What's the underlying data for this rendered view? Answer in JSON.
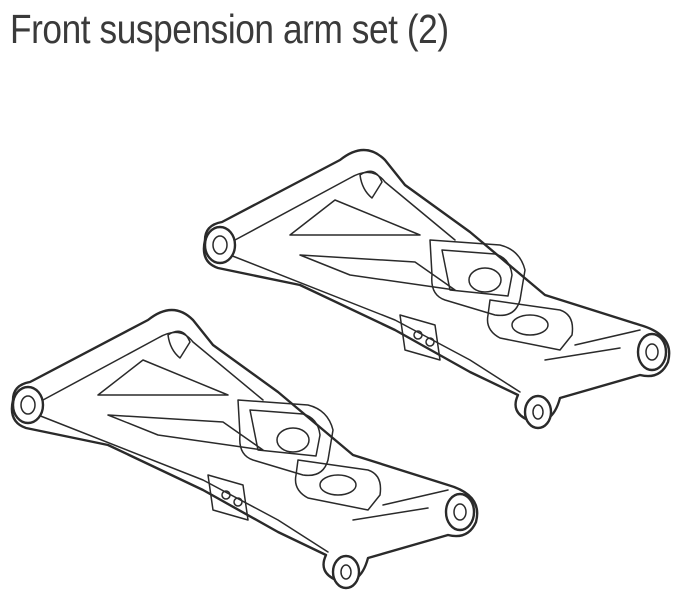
{
  "title": "Front suspension arm set (2)",
  "illustration": {
    "subject": "front-suspension-arm",
    "count": 2,
    "line_color": "#2a2a2a"
  }
}
